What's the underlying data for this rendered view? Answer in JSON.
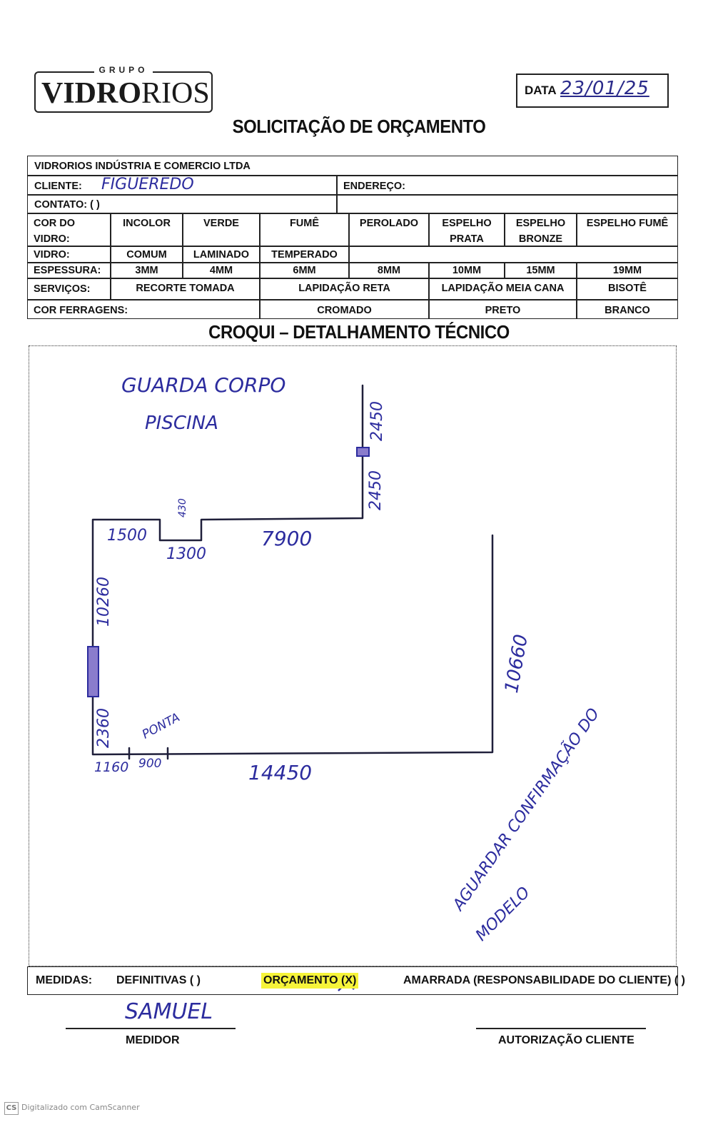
{
  "header": {
    "logo_top": "GRUPO",
    "logo_bold": "VIDRO",
    "logo_light": "RIOS",
    "date_label": "DATA",
    "date_value": "23/01/25",
    "title": "SOLICITAÇÃO DE ORÇAMENTO"
  },
  "form": {
    "company": "VIDRORIOS INDÚSTRIA E COMERCIO LTDA",
    "cliente_label": "CLIENTE:",
    "cliente_value": "FIGUEREDO",
    "endereco_label": "ENDEREÇO:",
    "contato_label": "CONTATO: (   )",
    "cor_label_1": "COR DO",
    "cor_label_2": "VIDRO:",
    "cor_options": [
      "INCOLOR",
      "VERDE",
      "FUMÊ",
      "PEROLADO"
    ],
    "espelho_prata_1": "ESPELHO",
    "espelho_prata_2": "PRATA",
    "espelho_bronze_1": "ESPELHO",
    "espelho_bronze_2": "BRONZE",
    "espelho_fume": "ESPELHO FUMÊ",
    "vidro_label": "VIDRO:",
    "vidro_options": [
      "COMUM",
      "LAMINADO",
      "TEMPERADO"
    ],
    "espessura_label": "ESPESSURA:",
    "espessura_options": [
      "3MM",
      "4MM",
      "6MM",
      "8MM",
      "10MM",
      "15MM",
      "19MM"
    ],
    "servicos_label": "SERVIÇOS:",
    "servicos_options": [
      "RECORTE TOMADA",
      "LAPIDAÇÃO RETA",
      "LAPIDAÇÃO MEIA CANA",
      "BISOTÊ"
    ],
    "ferragens_label": "COR FERRAGENS:",
    "ferragens_options": [
      "CROMADO",
      "PRETO",
      "BRANCO"
    ]
  },
  "sketch": {
    "title": "CROQUI – DETALHAMENTO TÉCNICO",
    "note_line1": "GUARDA CORPO",
    "note_line2": "PISCINA",
    "dims": {
      "top_left": "1500",
      "notch_width": "1300",
      "notch_depth": "430",
      "top_right": "7900",
      "riser_upper": "2450",
      "riser_lower": "2450",
      "left_upper": "10260",
      "left_lower": "2360",
      "bottom_a": "1160",
      "bottom_b": "900",
      "bottom_main": "14450",
      "right": "10660"
    },
    "ponta": "PONTA",
    "aguardar_line1": "AGUARDAR CONFIRMAÇÃO DO",
    "aguardar_line2": "MODELO"
  },
  "footer": {
    "medidas_label": "MEDIDAS:",
    "definitivas": "DEFINITIVAS (  )",
    "orcamento": "ORÇAMENTO (X)",
    "amarrada": "AMARRADA (RESPONSABILIDADE DO CLIENTE) (  )",
    "medidor_signature": "SAMUEL",
    "medidor_label": "MEDIDOR",
    "autorizacao_label": "AUTORIZAÇÃO CLIENTE"
  },
  "scanner_note": "Digitalizado com CamScanner",
  "colors": {
    "ink": "#2c2c9e",
    "highlight": "#f6f43a",
    "line": "#222222"
  }
}
